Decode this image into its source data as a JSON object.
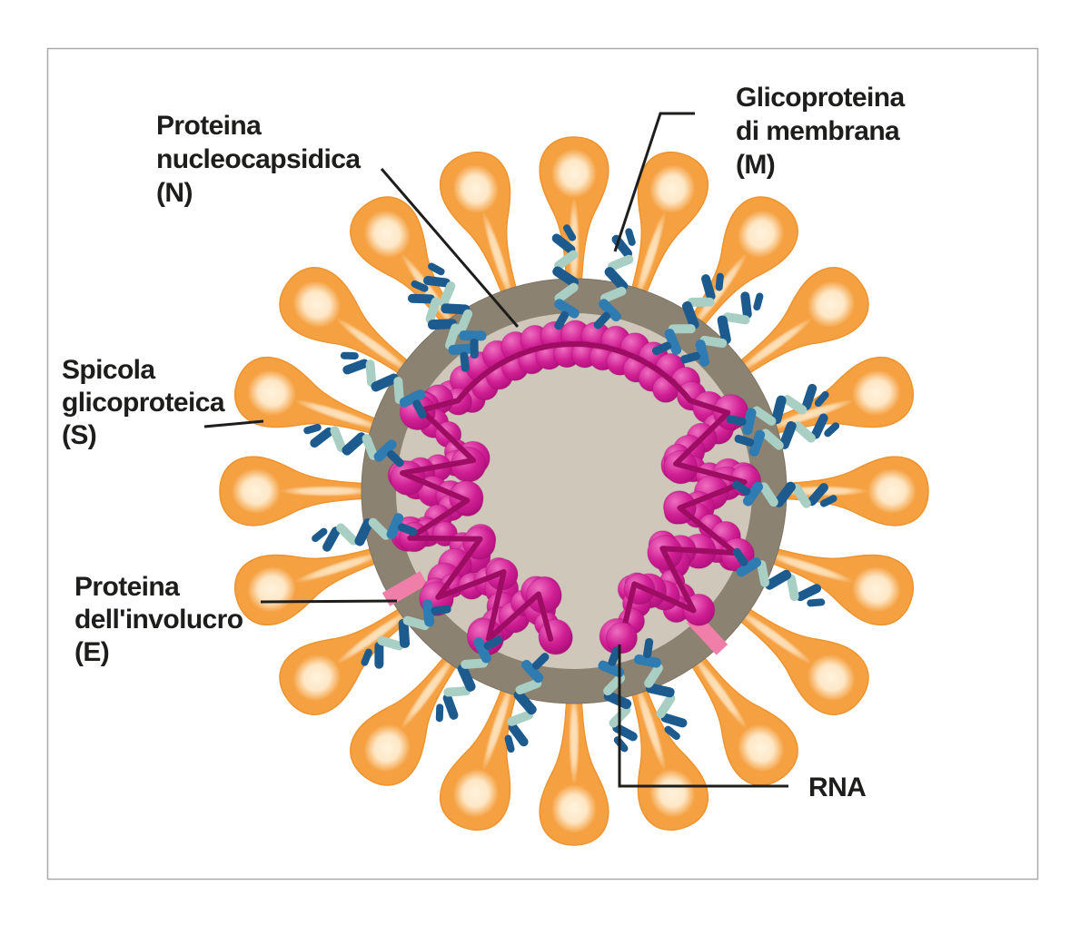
{
  "figure": {
    "type": "diagram",
    "subject": "Struttura del coronavirus",
    "language": "it"
  },
  "labels": {
    "nucleocapsid": {
      "l1": "Proteina",
      "l2": "nucleocapsidica",
      "l3": "(N)"
    },
    "membrane": {
      "l1": "Glicoproteina",
      "l2": "di membrana",
      "l3": "(M)"
    },
    "spike": {
      "l1": "Spicola",
      "l2": "glicoproteica",
      "l3": "(S)"
    },
    "envelope": {
      "l1": "Proteina",
      "l2": "dell'involucro",
      "l3": "(E)"
    },
    "rna": {
      "l1": "RNA"
    }
  },
  "colors": {
    "background": "#ffffff",
    "frame": "#a9a9a9",
    "label_text": "#1d1d1b",
    "leader_line": "#1d1d1b",
    "spike_body": "#f5a142",
    "spike_edge": "#ee9330",
    "spike_highlight": "#fff3dd",
    "membrane_ring": "#8b8272",
    "membrane_edge": "#7d7465",
    "interior": "#cfc8ba",
    "ribbon_dark": "#1d5b8f",
    "ribbon_mid": "#2f7cb3",
    "ribbon_light": "#a9cfc4",
    "envelope_band": "#ef7fa8",
    "bead_main": "#d01f94",
    "bead_highlight": "#ef6fc0",
    "bead_dark": "#ab0e78",
    "rna_strand": "#9c0d63"
  },
  "structure": {
    "spike_count": 20,
    "ribbon_count": 18,
    "envelope_band_count": 2,
    "envelope_band_angles": [
      47,
      150
    ]
  }
}
